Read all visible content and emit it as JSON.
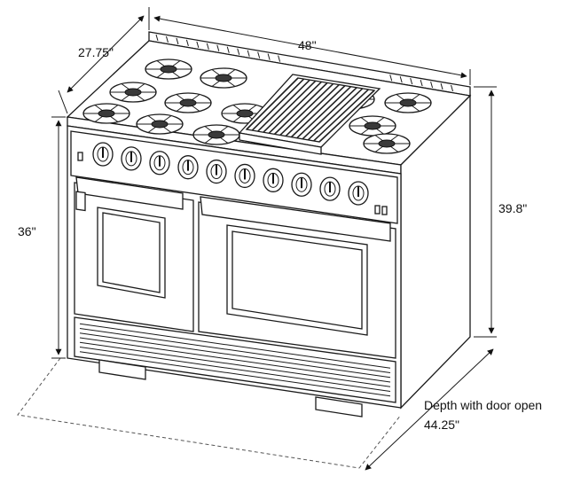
{
  "dimensions": {
    "depth": "27.75\"",
    "width": "48\"",
    "height_body": "36\"",
    "height_total": "39.8\"",
    "door_open_label": "Depth with door open",
    "door_open_value": "44.25\""
  },
  "colors": {
    "line": "#1a1a1a",
    "shade": "#e9e9e9",
    "dark": "#3a3a3a"
  },
  "icons": {
    "arrow": "arrow-icon",
    "burner": "burner-icon",
    "knob": "knob-icon"
  }
}
